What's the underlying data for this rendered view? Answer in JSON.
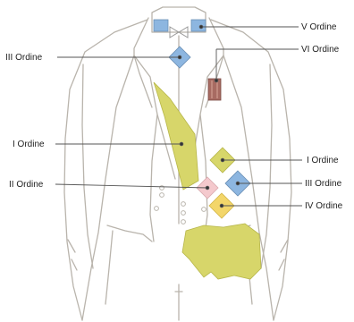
{
  "labels": {
    "v_ordine": "V Ordine",
    "vi_ordine": "VI Ordine",
    "iii_ordine_left": "III Ordine",
    "i_ordine_left": "I Ordine",
    "ii_ordine_left": "II Ordine",
    "i_ordine_right": "I Ordine",
    "iii_ordine_right": "III Ordine",
    "iv_ordine_right": "IV Ordine"
  },
  "colors": {
    "outline": "#b9b4ac",
    "leader_line": "#555555",
    "sash_yellow": "#d7d66a",
    "bright_yellow": "#f3d66a",
    "light_blue": "#8db6e0",
    "pink": "#f4c9cd",
    "ribbon_red": "#a86b62"
  }
}
